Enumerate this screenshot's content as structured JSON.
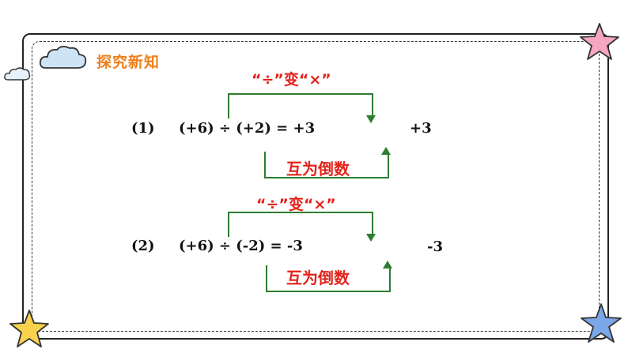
{
  "section_title": "探究新知",
  "rows": [
    {
      "number": "(1)",
      "expression": "(+6) ÷ (+2) = +3",
      "result": "+3",
      "top_label": "“÷”变“×”",
      "bottom_label": "互为倒数"
    },
    {
      "number": "(2)",
      "expression": "(+6) ÷ (-2) = -3",
      "result": "-3",
      "top_label": "“÷”变“×”",
      "bottom_label": "互为倒数"
    }
  ],
  "colors": {
    "title": "#f07f1b",
    "label": "#e2231a",
    "bracket": "#2e7d32",
    "star_pink": "#f6a6c1",
    "star_yellow": "#f7d24a",
    "star_blue": "#7aa7e8",
    "cloud": "#cfe3f7"
  }
}
